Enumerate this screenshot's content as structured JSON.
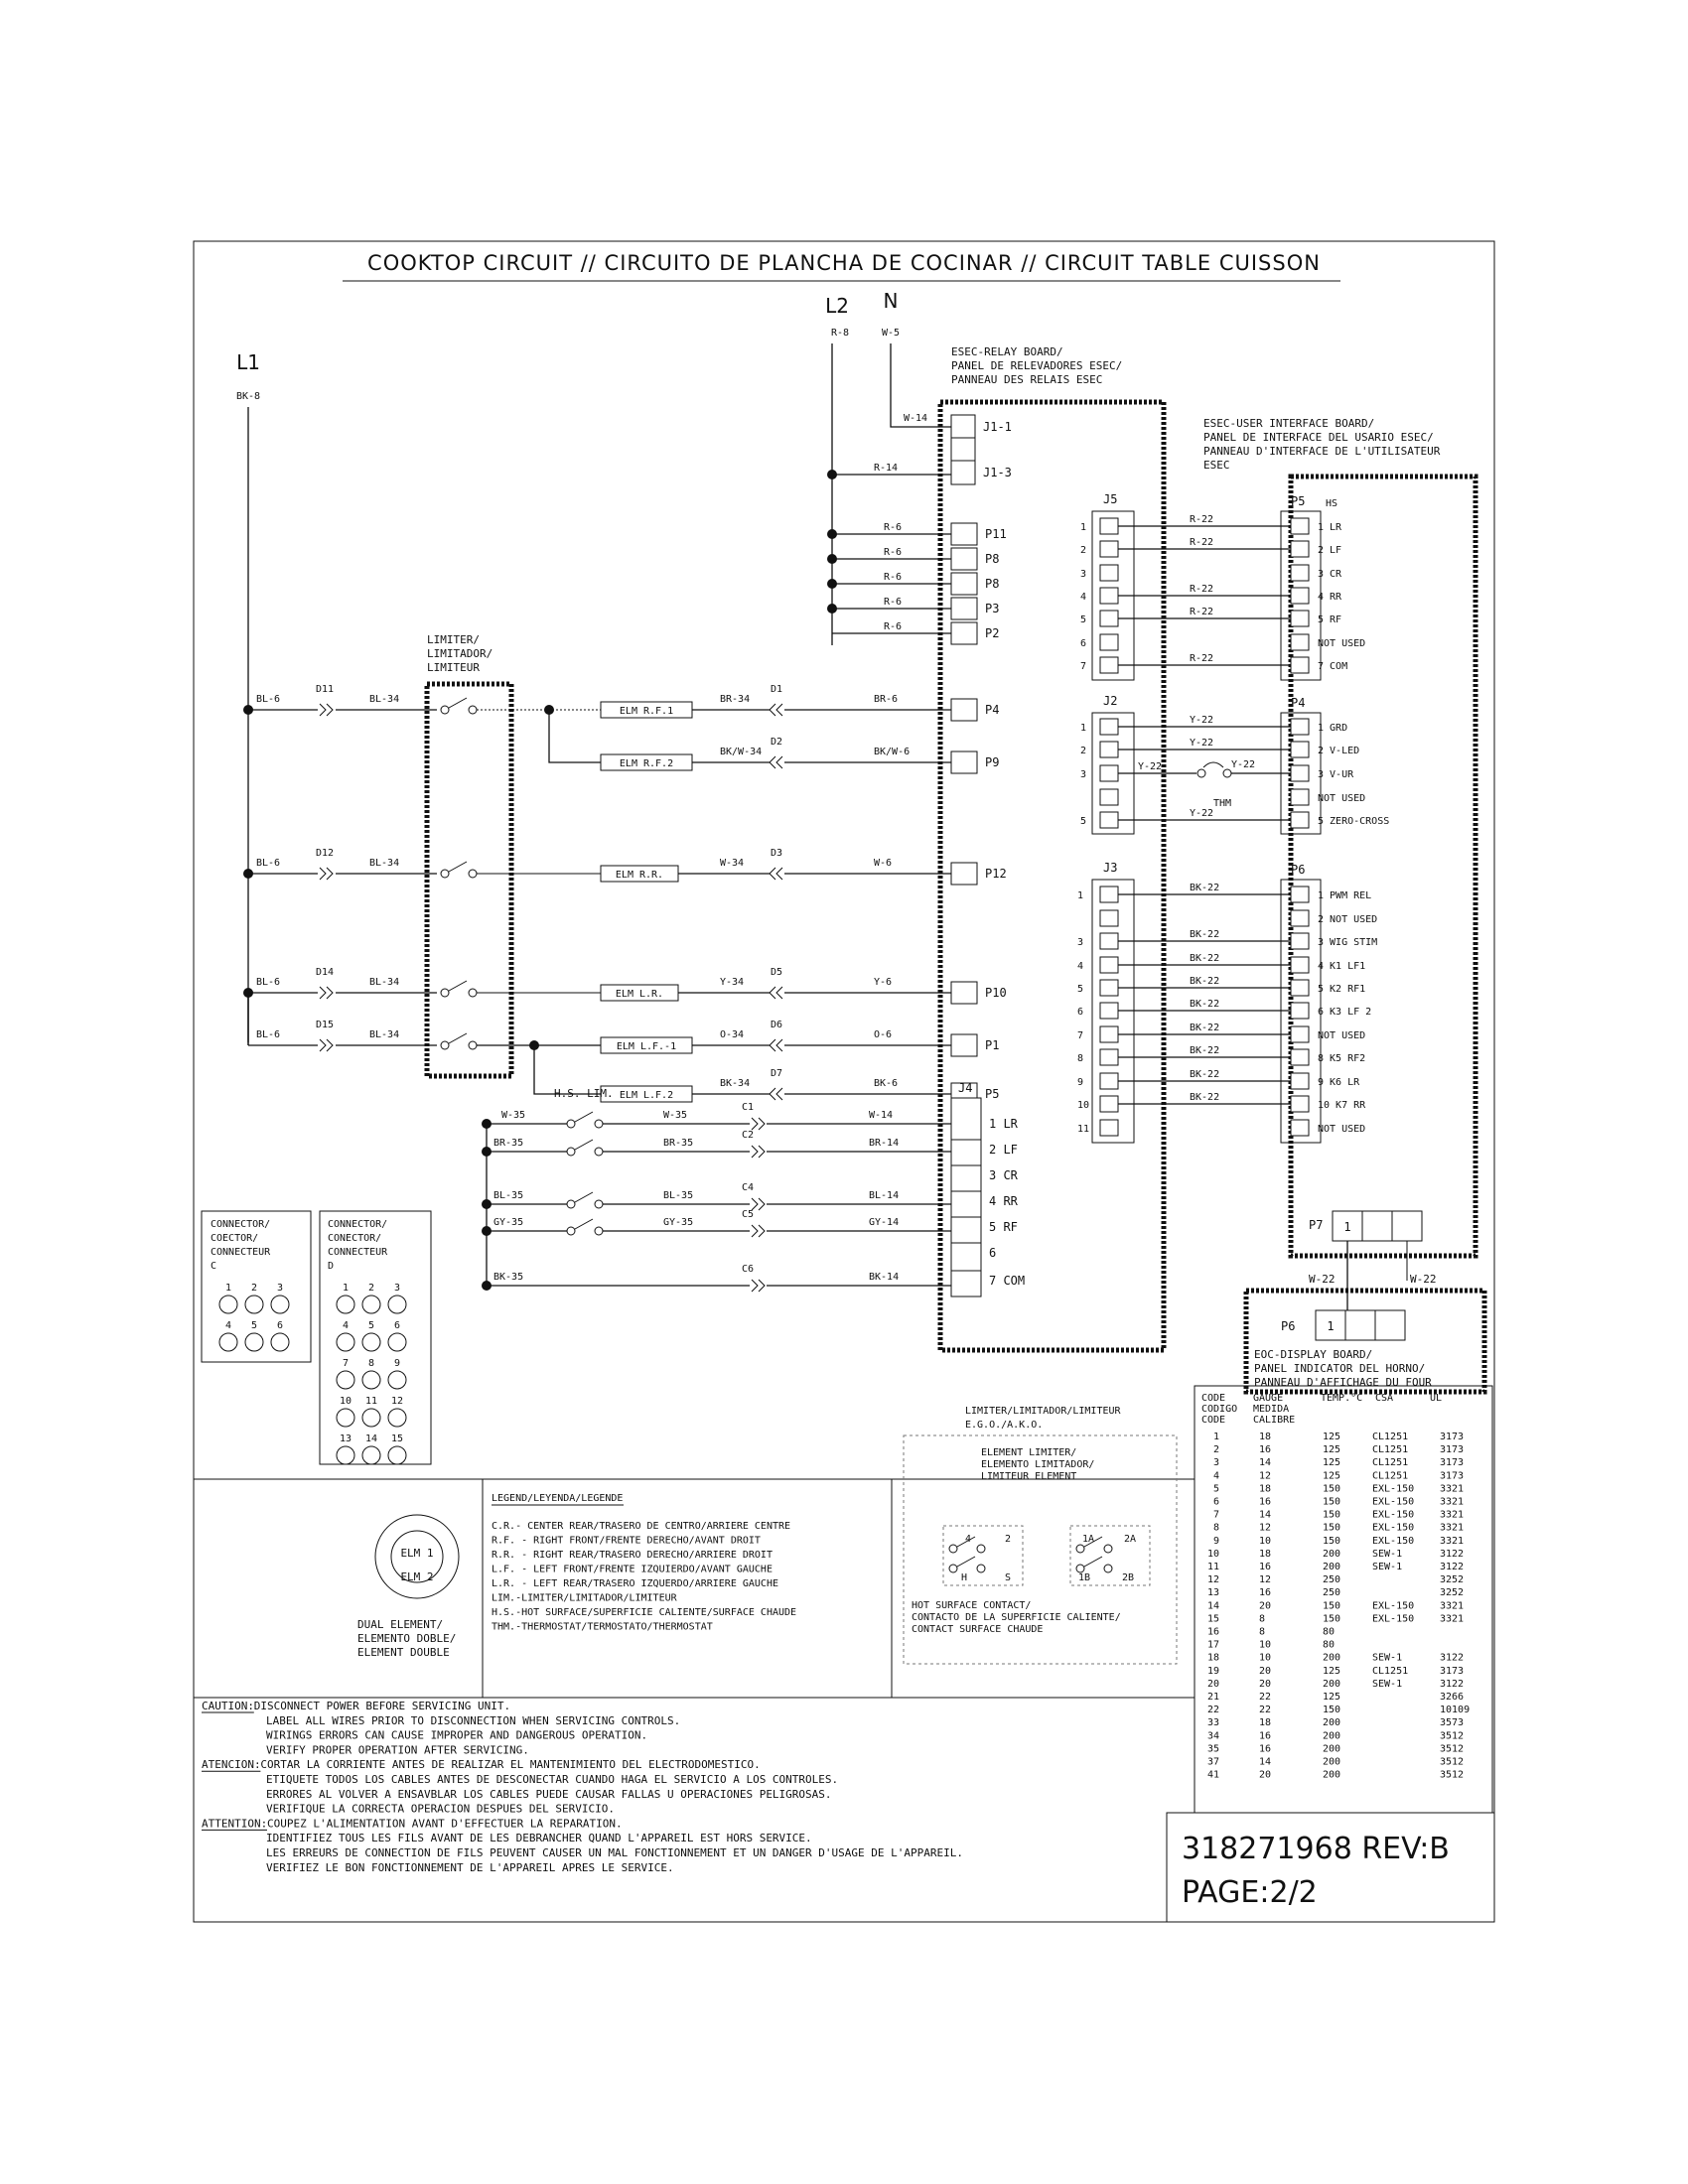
{
  "title": "COOKTOP CIRCUIT // CIRCUITO DE PLANCHA DE COCINAR // CIRCUIT TABLE CUISSON",
  "power": {
    "L1": {
      "label": "L1",
      "wire": "BK-8"
    },
    "L2": {
      "label": "L2",
      "wire": "R-8"
    },
    "N": {
      "label": "N",
      "wire": "W-5"
    }
  },
  "relay_board": {
    "name_lines": [
      "ESEC-RELAY BOARD/",
      "PANEL DE RELEVADORES ESEC/",
      "PANNEAU DES RELAIS ESEC"
    ],
    "J1": [
      "J1-1",
      "J1-3"
    ],
    "J1_wires": [
      "W-14",
      "R-14"
    ],
    "p_left_top": [
      "P11",
      "P8",
      "P8",
      "P3",
      "P2"
    ],
    "p_left_top_wires": [
      "R-6",
      "R-6",
      "R-6",
      "R-6",
      "R-6"
    ],
    "J4_label": "J4",
    "J4_pins": [
      "1  LR",
      "2  LF",
      "3  CR",
      "4  RR",
      "5  RF",
      "6",
      "7  COM"
    ]
  },
  "ui_board": {
    "name_lines": [
      "ESEC-USER INTERFACE BOARD/",
      "PANEL DE INTERFACE DEL USARIO ESEC/",
      "PANNEAU D'INTERFACE DE L'UTILISATEUR",
      "ESEC"
    ],
    "J5_label": "J5",
    "J5_nums": [
      "1",
      "2",
      "3",
      "4",
      "5",
      "6",
      "7"
    ],
    "J5_wires": [
      "R-22",
      "R-22",
      "R-22",
      "R-22",
      "R-22"
    ],
    "P5_label": "P5",
    "P5_head": "HS",
    "P5_pins": [
      "1  LR",
      "2  LF",
      "3  CR",
      "4  RR",
      "5  RF",
      "NOT USED",
      "7  COM"
    ],
    "J2_label": "J2",
    "J2_nums": [
      "1",
      "2",
      "3",
      "5"
    ],
    "J2_wires": [
      "Y-22",
      "Y-22",
      "Y-22",
      "Y-22",
      "Y-22",
      "Y-22"
    ],
    "thm_label": "THM",
    "P4_label": "P4",
    "P4_pins": [
      "1  GRD",
      "2  V-LED",
      "3  V-UR",
      "NOT USED",
      "5  ZERO-CROSS"
    ],
    "J3_label": "J3",
    "J3_nums": [
      "1",
      "3",
      "4",
      "5",
      "6",
      "7",
      "8",
      "9",
      "10",
      "11"
    ],
    "J3_wires": [
      "BK-22",
      "BK-22",
      "BK-22",
      "BK-22",
      "BK-22",
      "BK-22",
      "BK-22",
      "BK-22",
      "BK-22",
      "BK-22"
    ],
    "P6_label": "P6",
    "P6_pins": [
      "1  PWM REL",
      "2  NOT USED",
      "3  WIG STIM",
      "4  K1  LF1",
      "5  K2  RF1",
      "6  K3  LF 2",
      "NOT USED",
      "8  K5  RF2",
      "9  K6  LR",
      "10  K7  RR",
      "NOT USED"
    ],
    "P7_label": "P7",
    "P7_pin": "1",
    "W22": [
      "W-22",
      "W-22"
    ]
  },
  "eoc_board": {
    "P6_label": "P6",
    "P6_pin": "1",
    "name_lines": [
      "EOC-DISPLAY BOARD/",
      "PANEL INDICATOR DEL HORNO/",
      "PANNEAU D'AFFICHAGE DU FOUR"
    ]
  },
  "limiter": {
    "name_lines": [
      "LIMITER/",
      "LIMITADOR/",
      "LIMITEUR"
    ]
  },
  "elements": [
    {
      "bl": "BL-6",
      "d": "D11",
      "bl34": "BL-34",
      "elm": "ELM R.F.1",
      "w": "BR-34",
      "dc": "D1",
      "w6": "BR-6",
      "p": "P4"
    },
    {
      "elm": "ELM R.F.2",
      "w": "BK/W-34",
      "dc": "D2",
      "w6": "BK/W-6",
      "p": "P9"
    },
    {
      "bl": "BL-6",
      "d": "D12",
      "bl34": "BL-34",
      "elm": "ELM R.R.",
      "w": "W-34",
      "dc": "D3",
      "w6": "W-6",
      "p": "P12"
    },
    {
      "bl": "BL-6",
      "d": "D14",
      "bl34": "BL-34",
      "elm": "ELM L.R.",
      "w": "Y-34",
      "dc": "D5",
      "w6": "Y-6",
      "p": "P10"
    },
    {
      "bl": "BL-6",
      "d": "D15",
      "bl34": "BL-34",
      "elm": "ELM L.F.-1",
      "w": "O-34",
      "dc": "D6",
      "w6": "O-6",
      "p": "P1"
    },
    {
      "elm": "ELM L.F.2",
      "w": "BK-34",
      "dc": "D7",
      "w6": "BK-6",
      "p": "P5"
    }
  ],
  "hs_lim": "H.S. LIM.",
  "hs": [
    {
      "w": "W-35",
      "w2": "W-35",
      "c": "C1",
      "w14": "W-14"
    },
    {
      "w": "BR-35",
      "w2": "BR-35",
      "c": "C2",
      "w14": "BR-14"
    },
    {
      "w": "BL-35",
      "w2": "BL-35",
      "c": "C4",
      "w14": "BL-14"
    },
    {
      "w": "GY-35",
      "w2": "GY-35",
      "c": "C5",
      "w14": "GY-14"
    },
    {
      "w": "BK-35",
      "c": "C6",
      "w14": "BK-14"
    }
  ],
  "connectors": {
    "c_lines": [
      "CONNECTOR/",
      "COECTOR/",
      "CONNECTEUR",
      "C"
    ],
    "d_lines": [
      "CONNECTOR/",
      "CONECTOR/",
      "CONNECTEUR",
      "D"
    ],
    "c_pins": [
      "1",
      "2",
      "3",
      "4",
      "5",
      "6"
    ],
    "d_pins": [
      "1",
      "2",
      "3",
      "4",
      "5",
      "6",
      "7",
      "8",
      "9",
      "10",
      "11",
      "12",
      "13",
      "14",
      "15"
    ]
  },
  "dual_element": {
    "elm1": "ELM 1",
    "elm2": "ELM 2",
    "lines": [
      "DUAL ELEMENT/",
      "ELEMENTO DOBLE/",
      "ELEMENT DOUBLE"
    ]
  },
  "legend": {
    "title": "LEGEND/LEYENDA/LEGENDE",
    "lines": [
      "C.R.- CENTER REAR/TRASERO DE CENTRO/ARRIERE CENTRE",
      "R.F. - RIGHT FRONT/FRENTE DERECHO/AVANT DROIT",
      "R.R. - RIGHT REAR/TRASERO DERECHO/ARRIERE DROIT",
      "L.F. - LEFT FRONT/FRENTE IZQUIERDO/AVANT GAUCHE",
      "L.R. - LEFT REAR/TRASERO IZQUERDO/ARRIERE GAUCHE",
      "LIM.-LIMITER/LIMITADOR/LIMITEUR",
      "H.S.-HOT SURFACE/SUPERFICIE CALIENTE/SURFACE CHAUDE",
      "THM.-THERMOSTAT/TERMOSTATO/THERMOSTAT"
    ]
  },
  "limiter_detail": {
    "head": [
      "LIMITER/LIMITADOR/LIMITEUR",
      "E.G.O./A.K.O."
    ],
    "element_lines": [
      "ELEMENT LIMITER/",
      "ELEMENTO LIMITADOR/",
      "LIMITEUR ELEMENT"
    ],
    "pins_a": [
      "4",
      "2",
      "H",
      "S"
    ],
    "pins_b": [
      "1A",
      "2A",
      "1B",
      "2B"
    ],
    "hot_lines": [
      "HOT SURFACE CONTACT/",
      "CONTACTO DE LA SUPERFICIE CALIENTE/",
      "CONTACT SURFACE CHAUDE"
    ]
  },
  "wire_table": {
    "headers": [
      [
        "CODE",
        "CODIGO",
        "CODE"
      ],
      [
        "GAUGE",
        "MEDIDA",
        "CALIBRE"
      ],
      [
        "TEMP.°C"
      ],
      [
        "CSA"
      ],
      [
        "UL"
      ]
    ],
    "rows": [
      [
        "1",
        "18",
        "125",
        "CL1251",
        "3173"
      ],
      [
        "2",
        "16",
        "125",
        "CL1251",
        "3173"
      ],
      [
        "3",
        "14",
        "125",
        "CL1251",
        "3173"
      ],
      [
        "4",
        "12",
        "125",
        "CL1251",
        "3173"
      ],
      [
        "5",
        "18",
        "150",
        "EXL-150",
        "3321"
      ],
      [
        "6",
        "16",
        "150",
        "EXL-150",
        "3321"
      ],
      [
        "7",
        "14",
        "150",
        "EXL-150",
        "3321"
      ],
      [
        "8",
        "12",
        "150",
        "EXL-150",
        "3321"
      ],
      [
        "9",
        "10",
        "150",
        "EXL-150",
        "3321"
      ],
      [
        "10",
        "18",
        "200",
        "SEW-1",
        "3122"
      ],
      [
        "11",
        "16",
        "200",
        "SEW-1",
        "3122"
      ],
      [
        "12",
        "12",
        "250",
        "",
        "3252"
      ],
      [
        "13",
        "16",
        "250",
        "",
        "3252"
      ],
      [
        "14",
        "20",
        "150",
        "EXL-150",
        "3321"
      ],
      [
        "15",
        "8",
        "150",
        "EXL-150",
        "3321"
      ],
      [
        "16",
        "8",
        "80",
        "",
        ""
      ],
      [
        "17",
        "10",
        "80",
        "",
        ""
      ],
      [
        "18",
        "10",
        "200",
        "SEW-1",
        "3122"
      ],
      [
        "19",
        "20",
        "125",
        "CL1251",
        "3173"
      ],
      [
        "20",
        "20",
        "200",
        "SEW-1",
        "3122"
      ],
      [
        "21",
        "22",
        "125",
        "",
        "3266"
      ],
      [
        "22",
        "22",
        "150",
        "",
        "10109"
      ],
      [
        "33",
        "18",
        "200",
        "",
        "3573"
      ],
      [
        "34",
        "16",
        "200",
        "",
        "3512"
      ],
      [
        "35",
        "16",
        "200",
        "",
        "3512"
      ],
      [
        "37",
        "14",
        "200",
        "",
        "3512"
      ],
      [
        "41",
        "20",
        "200",
        "",
        "3512"
      ]
    ]
  },
  "caution": {
    "lines": [
      [
        "CAUTION:",
        "DISCONNECT POWER BEFORE SERVICING UNIT."
      ],
      [
        "",
        "LABEL ALL WIRES PRIOR TO DISCONNECTION WHEN SERVICING CONTROLS."
      ],
      [
        "",
        "WIRINGS ERRORS CAN CAUSE IMPROPER AND DANGEROUS OPERATION."
      ],
      [
        "",
        "VERIFY PROPER OPERATION AFTER SERVICING."
      ],
      [
        "ATENCION:",
        "CORTAR LA CORRIENTE ANTES DE REALIZAR EL MANTENIMIENTO DEL ELECTRODOMESTICO."
      ],
      [
        "",
        "ETIQUETE TODOS LOS CABLES ANTES DE DESCONECTAR CUANDO HAGA EL SERVICIO A LOS CONTROLES."
      ],
      [
        "",
        "ERRORES AL VOLVER A ENSAVBLAR LOS CABLES PUEDE CAUSAR FALLAS U OPERACIONES PELIGROSAS."
      ],
      [
        "",
        "VERIFIQUE LA CORRECTA OPERACION DESPUES DEL SERVICIO."
      ],
      [
        "ATTENTION:",
        "COUPEZ L'ALIMENTATION AVANT D'EFFECTUER LA REPARATION."
      ],
      [
        "",
        "IDENTIFIEZ TOUS LES FILS AVANT DE LES DEBRANCHER QUAND L'APPAREIL EST HORS SERVICE."
      ],
      [
        "",
        "LES ERREURS DE CONNECTION DE FILS PEUVENT CAUSER UN MAL FONCTIONNEMENT ET UN DANGER D'USAGE DE L'APPAREIL."
      ],
      [
        "",
        "VERIFIEZ LE BON FONCTIONNEMENT DE L'APPAREIL APRES LE SERVICE."
      ]
    ]
  },
  "part_number": "318271968 REV:B",
  "page": "PAGE:2/2"
}
